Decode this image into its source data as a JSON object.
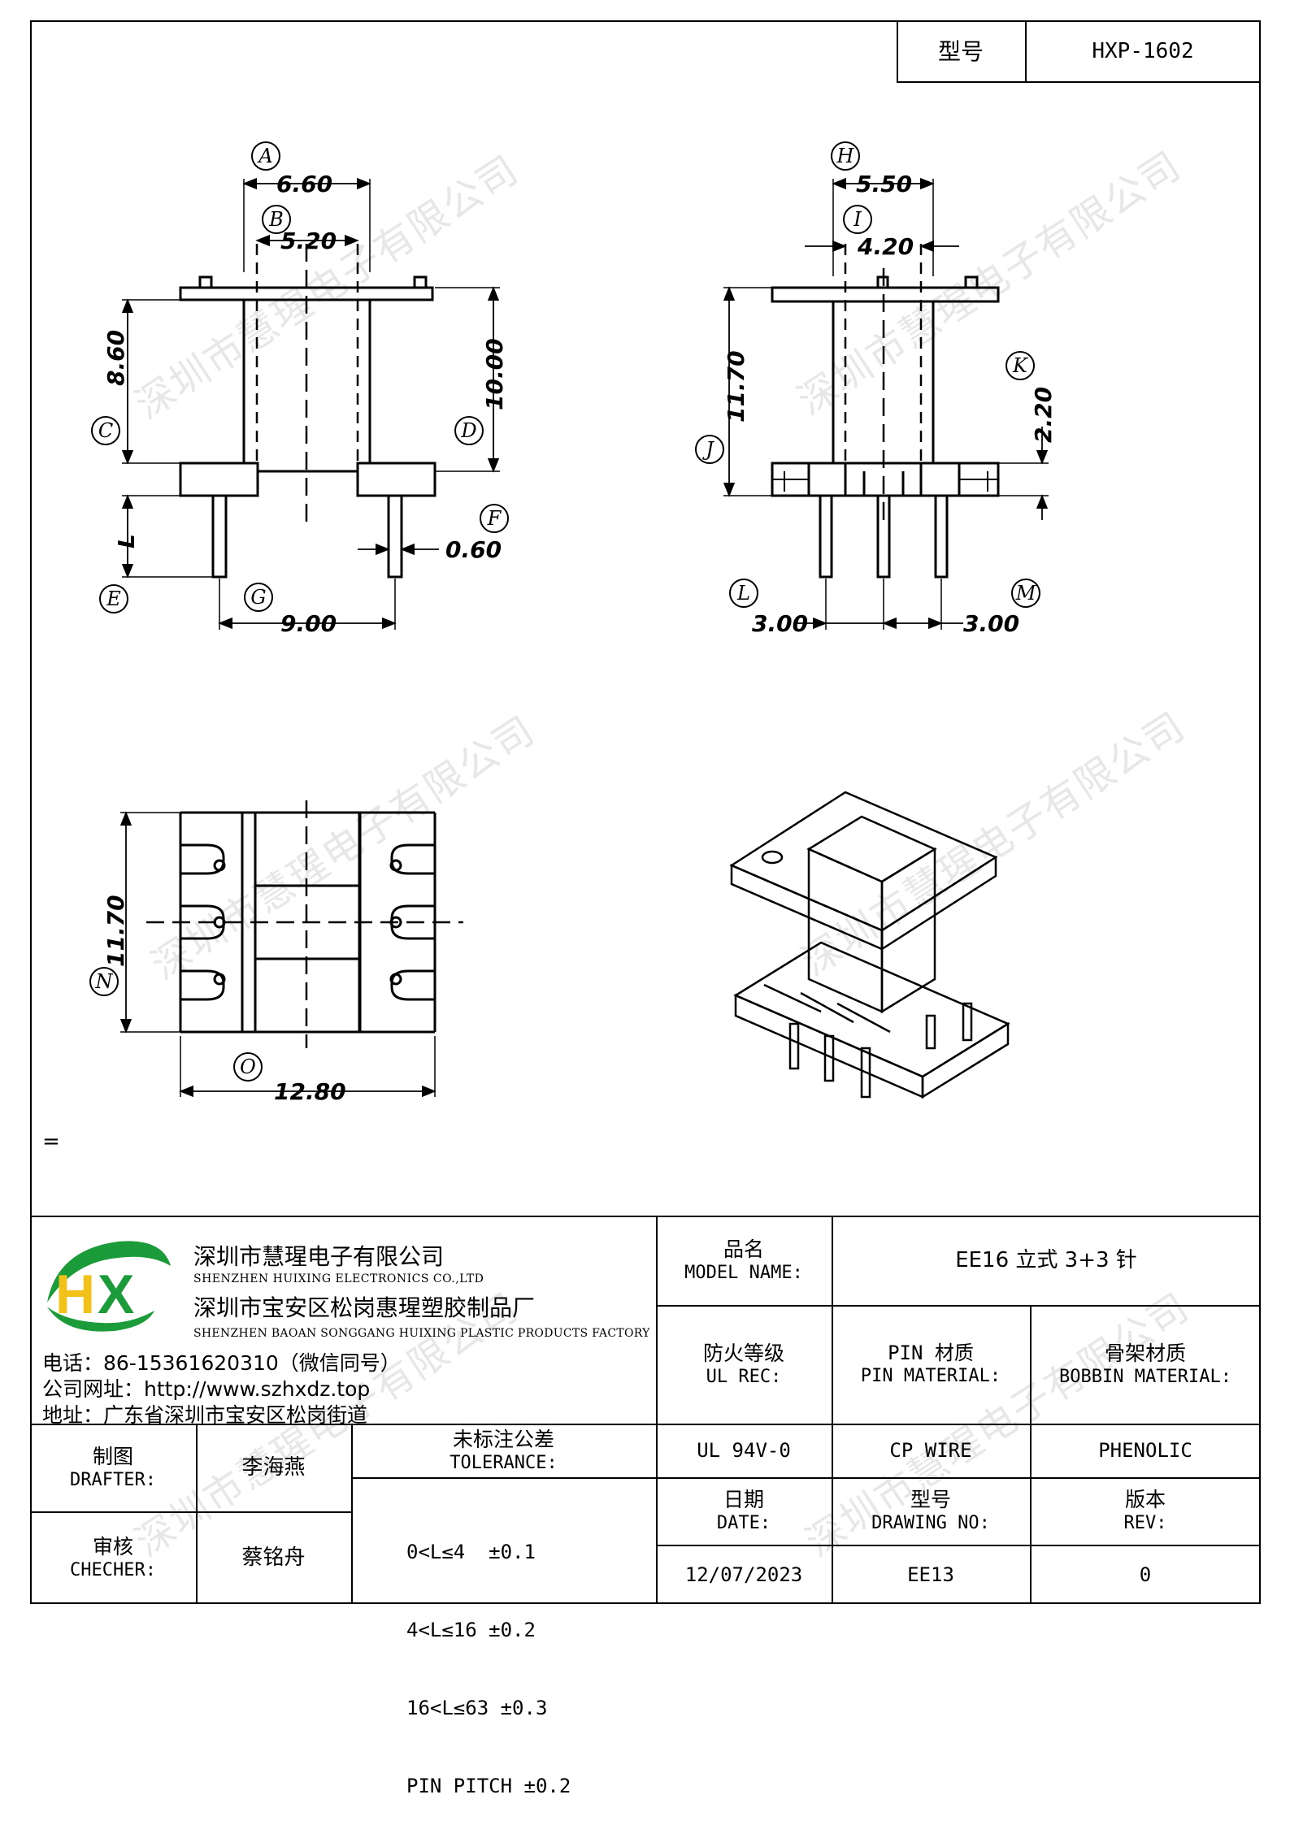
{
  "header": {
    "model_label": "型号",
    "model_value": "HXP-1602"
  },
  "drawing": {
    "front_view": {
      "labels": [
        "A",
        "B",
        "C",
        "D",
        "E",
        "F",
        "G"
      ],
      "dims": {
        "a": "6.60",
        "b": "5.20",
        "c": "8.60",
        "d": "10.00",
        "e": "L",
        "f": "0.60",
        "g": "9.00"
      }
    },
    "side_view": {
      "labels": [
        "H",
        "I",
        "J",
        "K",
        "L",
        "M"
      ],
      "dims": {
        "h": "5.50",
        "i": "4.20",
        "j": "11.70",
        "k": "2.20",
        "l": "3.00",
        "m": "3.00"
      }
    },
    "bottom_view": {
      "labels": [
        "N",
        "O"
      ],
      "dims": {
        "n": "11.70",
        "o": "12.80"
      }
    },
    "note_mark": "="
  },
  "watermark": "深圳市慧瑆电子有限公司",
  "company": {
    "logo_text": "HX",
    "name_cn": "深圳市慧瑆电子有限公司",
    "name_en": "SHENZHEN HUIXING ELECTRONICS CO.,LTD",
    "factory_cn": "深圳市宝安区松岗惠瑆塑胶制品厂",
    "factory_en": "SHENZHEN BAOAN SONGGANG HUIXING PLASTIC PRODUCTS FACTORY",
    "phone": "电话：86-15361620310（微信同号）",
    "website": "公司网址：http://www.szhxdz.top",
    "address": "地址：广东省深圳市宝安区松岗街道"
  },
  "title_block": {
    "model_name_cn": "品名",
    "model_name_en": "MODEL NAME:",
    "model_name_value": "EE16 立式 3+3 针",
    "ul_cn": "防火等级",
    "ul_en": "UL REC:",
    "ul_value": "UL 94V-0",
    "pin_cn": "PIN 材质",
    "pin_en": "PIN MATERIAL:",
    "pin_value": "CP WIRE",
    "bobbin_cn": "骨架材质",
    "bobbin_en": "BOBBIN MATERIAL:",
    "bobbin_value": "PHENOLIC",
    "drafter_cn": "制图",
    "drafter_en": "DRAFTER:",
    "drafter_value": "李海燕",
    "checker_cn": "审核",
    "checker_en": "CHECHER:",
    "checker_value": "蔡铭舟",
    "tolerance_cn": "未标注公差",
    "tolerance_en": "TOLERANCE:",
    "tolerances": [
      "0<L≤4  ±0.1",
      "4<L≤16 ±0.2",
      "16<L≤63 ±0.3",
      "PIN PITCH ±0.2"
    ],
    "date_cn": "日期",
    "date_en": "DATE:",
    "date_value": "12/07/2023",
    "drawing_no_cn": "型号",
    "drawing_no_en": "DRAWING NO:",
    "drawing_no_value": "EE13",
    "rev_cn": "版本",
    "rev_en": "REV:",
    "rev_value": "0"
  }
}
